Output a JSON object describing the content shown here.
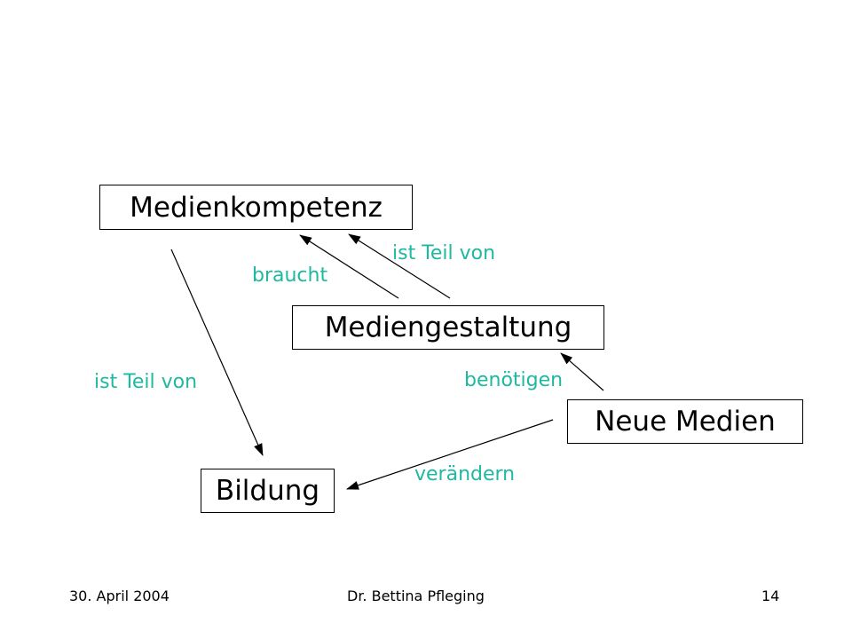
{
  "nodes": {
    "medienkompetenz": "Medienkompetenz",
    "mediengestaltung": "Mediengestaltung",
    "neue_medien": "Neue Medien",
    "bildung": "Bildung"
  },
  "edges": {
    "braucht": "braucht",
    "ist_teil_von_top": "ist Teil von",
    "ist_teil_von_left": "ist Teil von",
    "benoetigen": "benötigen",
    "veraendern": "verändern"
  },
  "footer": {
    "date": "30. April 2004",
    "author": "Dr. Bettina Pfleging",
    "page": "14"
  },
  "colors": {
    "edge_label": "#1fb8a0",
    "node_border": "#000000",
    "arrow": "#000000"
  }
}
